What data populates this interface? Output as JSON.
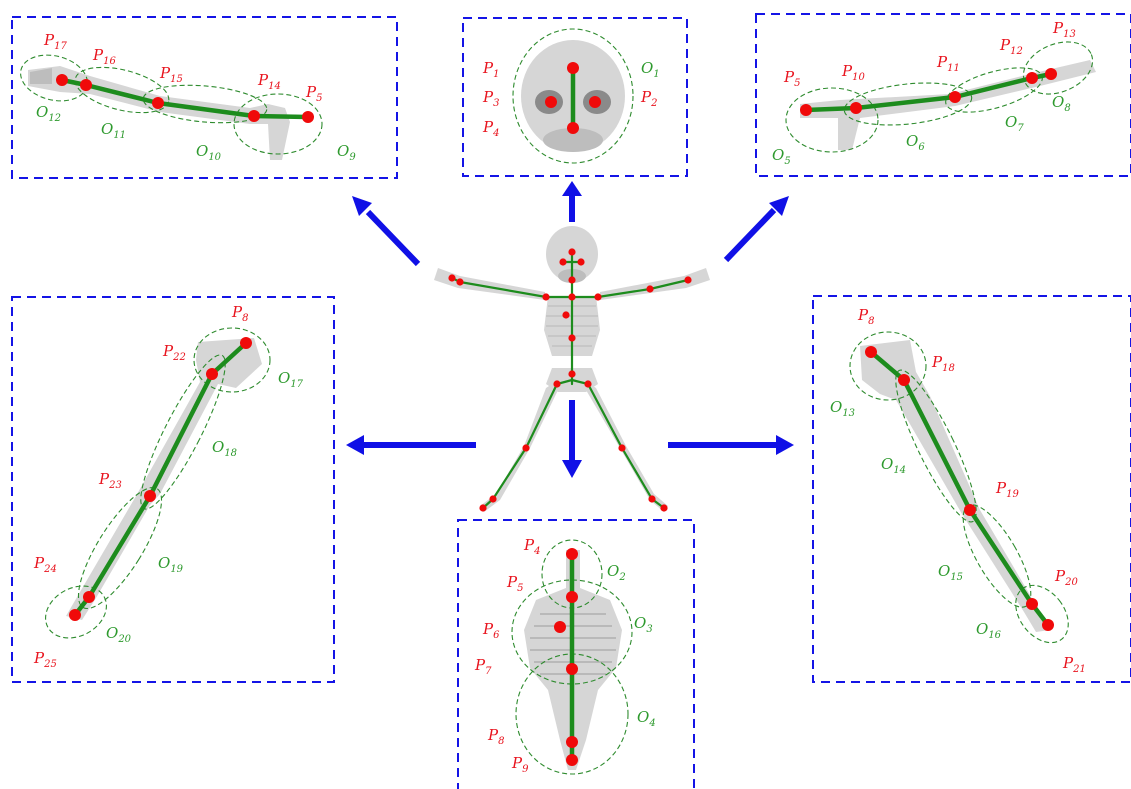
{
  "diagram": {
    "panels": {
      "left_arm": {
        "points": [
          "P17",
          "P16",
          "P15",
          "P14",
          "P5"
        ],
        "regions": [
          "O12",
          "O11",
          "O10",
          "O9"
        ]
      },
      "head": {
        "points": [
          "P1",
          "P3",
          "P4",
          "P2"
        ],
        "regions": [
          "O1"
        ]
      },
      "right_arm": {
        "points": [
          "P5",
          "P10",
          "P11",
          "P12",
          "P13"
        ],
        "regions": [
          "O5",
          "O6",
          "O7",
          "O8"
        ]
      },
      "left_leg": {
        "points": [
          "P8",
          "P22",
          "P23",
          "P24",
          "P25"
        ],
        "regions": [
          "O17",
          "O18",
          "O19",
          "O20"
        ]
      },
      "torso": {
        "points": [
          "P4",
          "P5",
          "P6",
          "P7",
          "P8",
          "P9"
        ],
        "regions": [
          "O2",
          "O3",
          "O4"
        ]
      },
      "right_leg": {
        "points": [
          "P8",
          "P18",
          "P19",
          "P20",
          "P21"
        ],
        "regions": [
          "O13",
          "O14",
          "O15",
          "O16"
        ]
      }
    },
    "colors": {
      "box_border": "#1414e6",
      "arrow": "#1010e6",
      "joint": "#f00a0a",
      "bone": "#1d8c1d",
      "point_label": "#e8141e",
      "region_label": "#2e9a2e"
    }
  }
}
